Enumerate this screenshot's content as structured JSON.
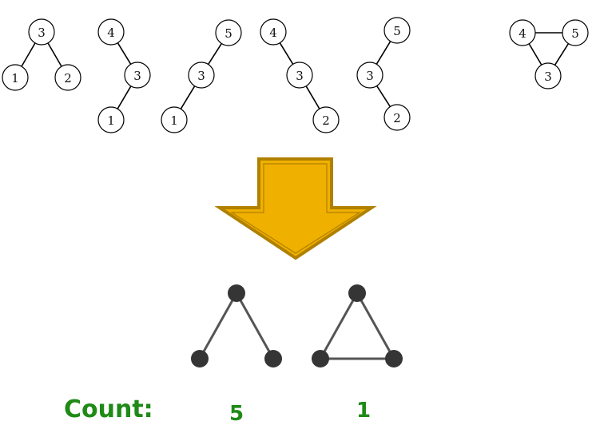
{
  "graphs": [
    {
      "nodes": [
        "3",
        "1",
        "2"
      ],
      "edges": [
        [
          0,
          1
        ],
        [
          0,
          2
        ]
      ]
    },
    {
      "nodes": [
        "4",
        "3",
        "1"
      ],
      "edges": [
        [
          0,
          1
        ],
        [
          1,
          2
        ]
      ]
    },
    {
      "nodes": [
        "5",
        "3",
        "1"
      ],
      "edges": [
        [
          0,
          1
        ],
        [
          1,
          2
        ]
      ]
    },
    {
      "nodes": [
        "4",
        "3",
        "2"
      ],
      "edges": [
        [
          0,
          1
        ],
        [
          1,
          2
        ]
      ]
    },
    {
      "nodes": [
        "5",
        "3",
        "2"
      ],
      "edges": [
        [
          0,
          1
        ],
        [
          1,
          2
        ]
      ]
    },
    {
      "nodes": [
        "4",
        "5",
        "3"
      ],
      "edges": [
        [
          0,
          1
        ],
        [
          0,
          2
        ],
        [
          1,
          2
        ]
      ]
    }
  ],
  "arrow": {
    "fill": "#f0b000",
    "stroke": "#b08000"
  },
  "patterns": [
    "path",
    "triangle"
  ],
  "count": {
    "label": "Count:",
    "values": [
      "5",
      "1"
    ],
    "color": "#1f8a16"
  }
}
